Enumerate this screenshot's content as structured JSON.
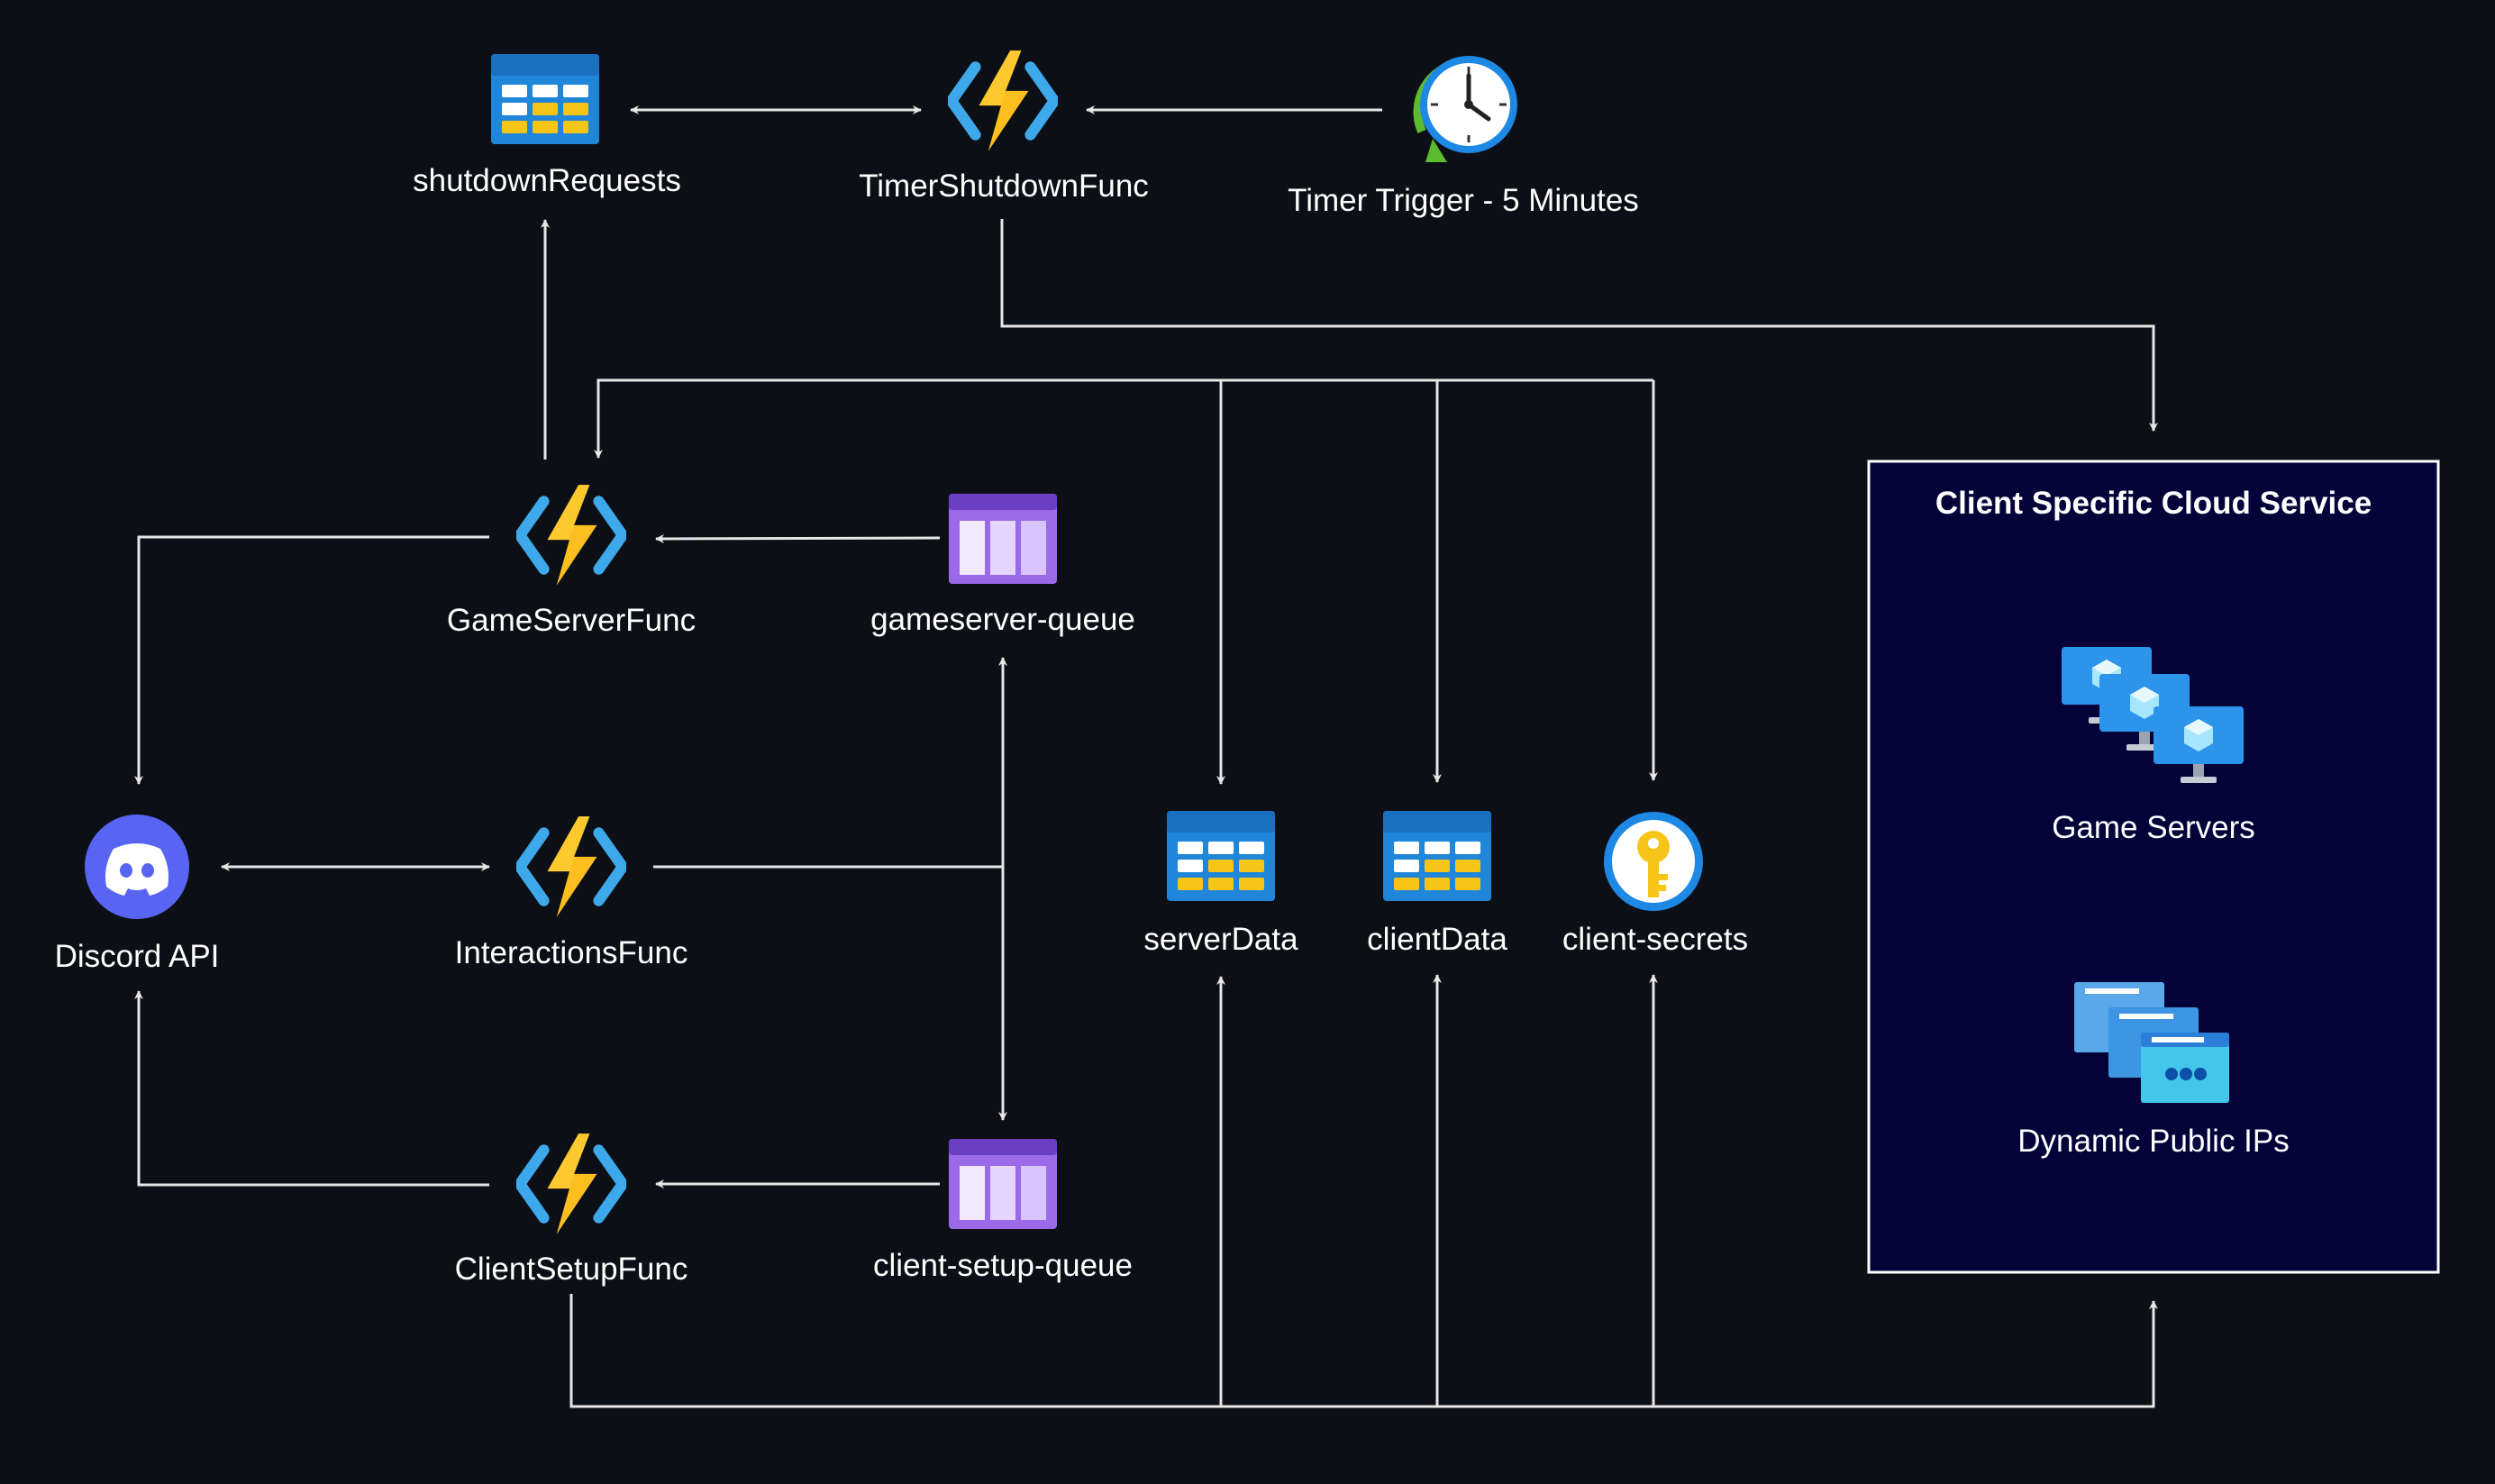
{
  "diagram": {
    "nodes": {
      "shutdown_requests": {
        "label": "shutdownRequests",
        "icon": "table-storage-icon"
      },
      "timer_shutdown_func": {
        "label": "TimerShutdownFunc",
        "icon": "function-app-icon"
      },
      "timer_trigger": {
        "label": "Timer Trigger - 5 Minutes",
        "icon": "clock-icon"
      },
      "game_server_func": {
        "label": "GameServerFunc",
        "icon": "function-app-icon"
      },
      "gameserver_queue": {
        "label": "gameserver-queue",
        "icon": "queue-storage-icon"
      },
      "discord_api": {
        "label": "Discord API",
        "icon": "discord-icon"
      },
      "interactions_func": {
        "label": "InteractionsFunc",
        "icon": "function-app-icon"
      },
      "client_setup_func": {
        "label": "ClientSetupFunc",
        "icon": "function-app-icon"
      },
      "client_setup_queue": {
        "label": "client-setup-queue",
        "icon": "queue-storage-icon"
      },
      "server_data": {
        "label": "serverData",
        "icon": "table-storage-icon"
      },
      "client_data": {
        "label": "clientData",
        "icon": "table-storage-icon"
      },
      "client_secrets": {
        "label": "client-secrets",
        "icon": "key-vault-icon"
      }
    },
    "cloud_service": {
      "title": "Client Specific Cloud Service",
      "game_servers": {
        "label": "Game Servers",
        "icon": "virtual-machines-icon"
      },
      "public_ips": {
        "label": "Dynamic Public IPs",
        "icon": "public-ip-icon"
      }
    },
    "colors": {
      "background": "#0d0f16",
      "container_fill": "#03033a",
      "edge": "#e6e6e6",
      "function_bolt": "#fcbf1f",
      "function_bracket": "#3ea9ea",
      "table_blue": "#1f86d9",
      "table_yellow": "#f7c518",
      "queue_purple": "#7d4fd1",
      "discord": "#5865f2"
    }
  }
}
